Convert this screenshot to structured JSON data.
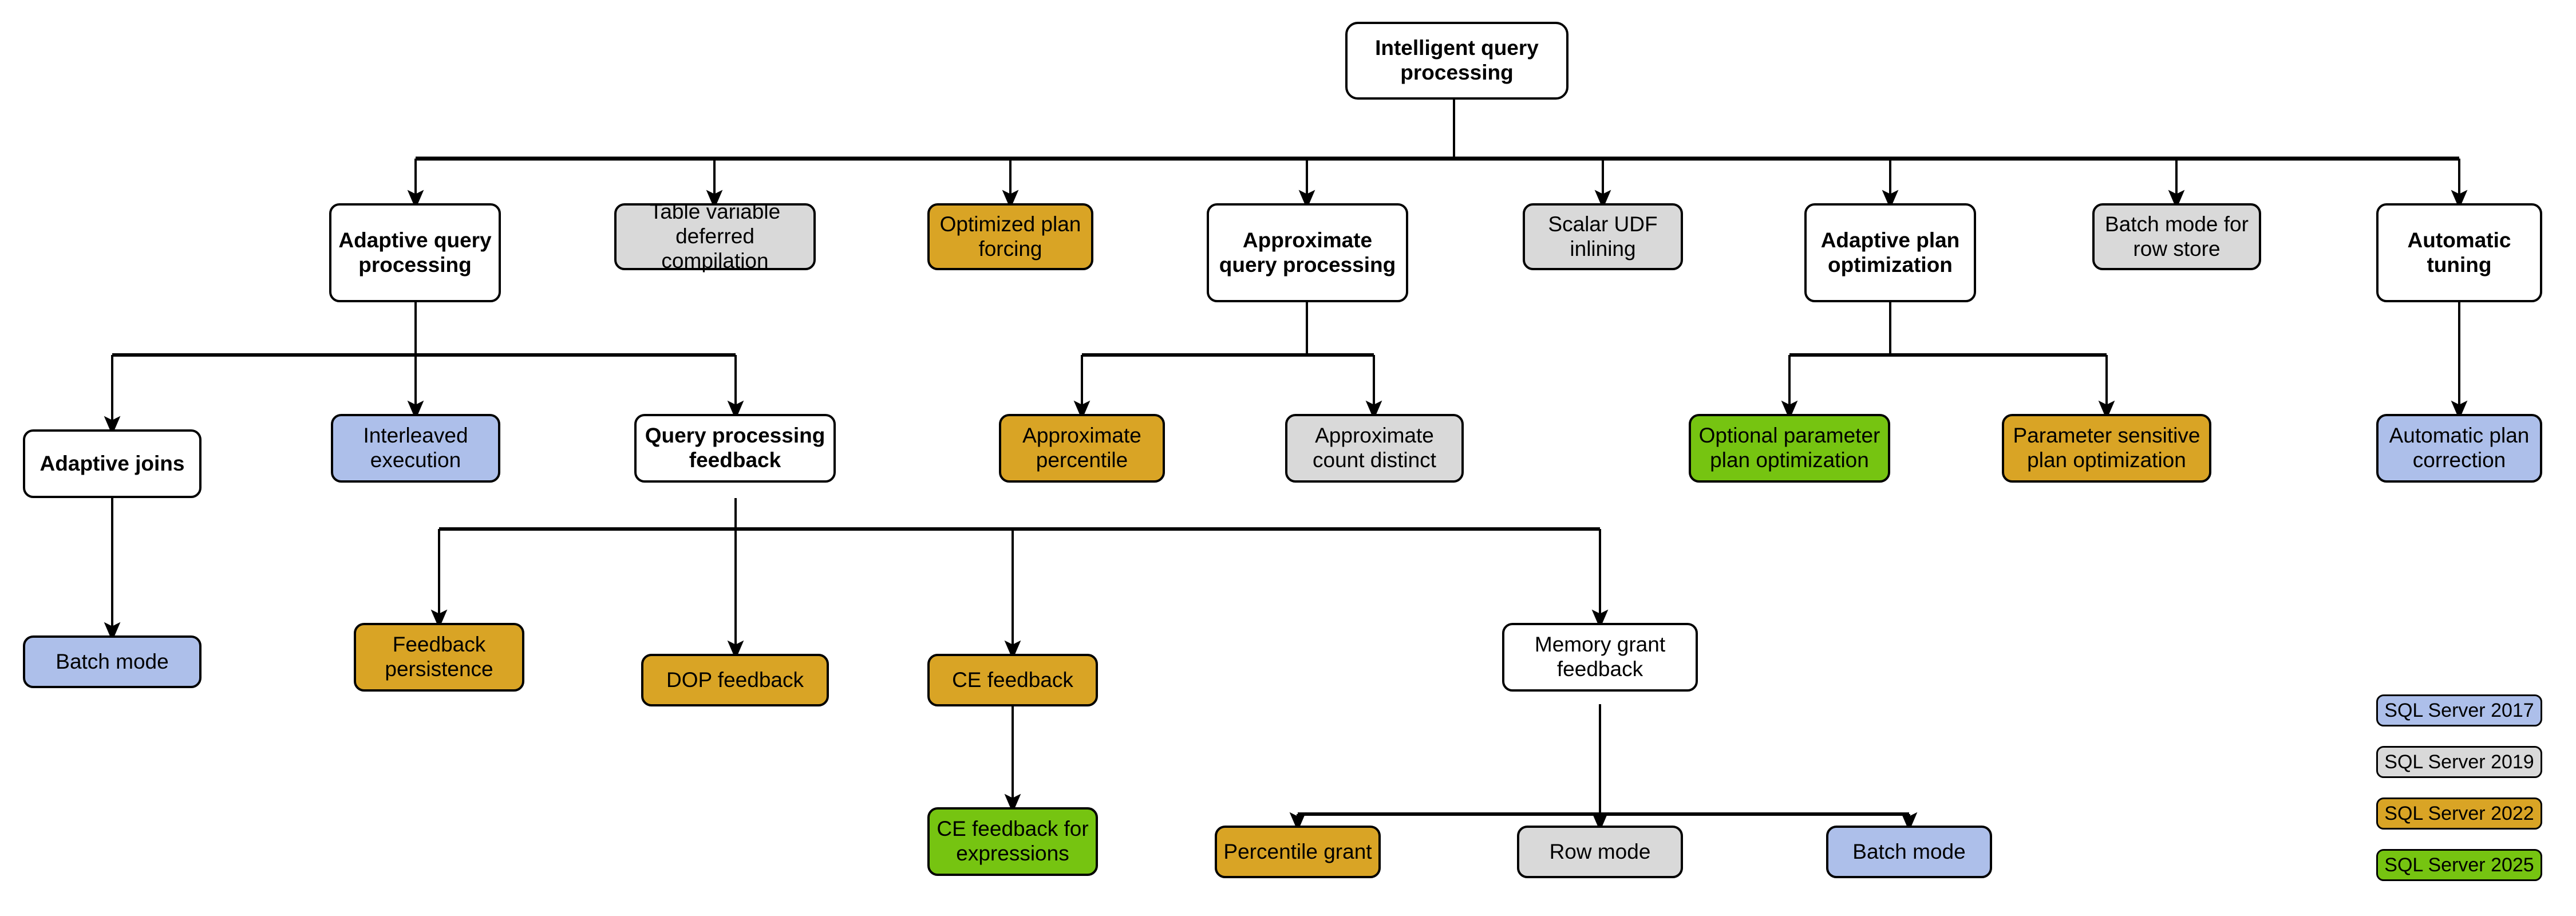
{
  "diagram": {
    "title": "Intelligent query processing",
    "type": "hierarchy-tree"
  },
  "palette": {
    "white": "#ffffff",
    "gray": "#d9d9d9",
    "orange": "#d9a425",
    "blue": "#adbfea",
    "green": "#76c411",
    "stroke": "#000000"
  },
  "nodes": {
    "root": {
      "label": "Intelligent query\nprocessing",
      "fill": "white"
    },
    "adaptive_query_processing": {
      "label": "Adaptive query\nprocessing",
      "fill": "white"
    },
    "table_variable_deferred_compilation": {
      "label": "Table variable\ndeferred compilation",
      "fill": "gray"
    },
    "optimized_plan_forcing": {
      "label": "Optimized plan\nforcing",
      "fill": "orange"
    },
    "approximate_query_processing": {
      "label": "Approximate\nquery processing",
      "fill": "white"
    },
    "scalar_udf_inlining": {
      "label": "Scalar UDF\ninlining",
      "fill": "gray"
    },
    "adaptive_plan_optimization": {
      "label": "Adaptive plan\noptimization",
      "fill": "white"
    },
    "batch_mode_for_row_store": {
      "label": "Batch mode for\nrow store",
      "fill": "gray"
    },
    "automatic_tuning": {
      "label": "Automatic\ntuning",
      "fill": "white"
    },
    "adaptive_joins": {
      "label": "Adaptive joins",
      "fill": "white"
    },
    "interleaved_execution": {
      "label": "Interleaved\nexecution",
      "fill": "blue"
    },
    "query_processing_feedback": {
      "label": "Query processing\nfeedback",
      "fill": "white"
    },
    "approximate_percentile": {
      "label": "Approximate\npercentile",
      "fill": "orange"
    },
    "approximate_count_distinct": {
      "label": "Approximate\ncount distinct",
      "fill": "gray"
    },
    "optional_parameter_plan_optimization": {
      "label": "Optional parameter\nplan optimization",
      "fill": "green"
    },
    "parameter_sensitive_plan_optimization": {
      "label": "Parameter sensitive\nplan optimization",
      "fill": "orange"
    },
    "automatic_plan_correction": {
      "label": "Automatic plan\ncorrection",
      "fill": "blue"
    },
    "batch_mode": {
      "label": "Batch mode",
      "fill": "blue"
    },
    "feedback_persistence": {
      "label": "Feedback\npersistence",
      "fill": "orange"
    },
    "dop_feedback": {
      "label": "DOP feedback",
      "fill": "orange"
    },
    "ce_feedback": {
      "label": "CE feedback",
      "fill": "orange"
    },
    "memory_grant_feedback": {
      "label": "Memory grant\nfeedback",
      "fill": "white"
    },
    "ce_feedback_for_expressions": {
      "label": "CE feedback for\nexpressions",
      "fill": "green"
    },
    "percentile_grant": {
      "label": "Percentile grant",
      "fill": "orange"
    },
    "row_mode": {
      "label": "Row mode",
      "fill": "gray"
    },
    "batch_mode_mgf": {
      "label": "Batch mode",
      "fill": "blue"
    }
  },
  "legend": {
    "items": [
      {
        "label": "SQL Server 2017",
        "fill": "blue"
      },
      {
        "label": "SQL Server 2019",
        "fill": "gray"
      },
      {
        "label": "SQL Server 2022",
        "fill": "orange"
      },
      {
        "label": "SQL Server 2025",
        "fill": "green"
      }
    ]
  },
  "edges": [
    {
      "from": "root",
      "to": "adaptive_query_processing"
    },
    {
      "from": "root",
      "to": "table_variable_deferred_compilation"
    },
    {
      "from": "root",
      "to": "optimized_plan_forcing"
    },
    {
      "from": "root",
      "to": "approximate_query_processing"
    },
    {
      "from": "root",
      "to": "scalar_udf_inlining"
    },
    {
      "from": "root",
      "to": "adaptive_plan_optimization"
    },
    {
      "from": "root",
      "to": "batch_mode_for_row_store"
    },
    {
      "from": "root",
      "to": "automatic_tuning"
    },
    {
      "from": "adaptive_query_processing",
      "to": "adaptive_joins"
    },
    {
      "from": "adaptive_query_processing",
      "to": "interleaved_execution"
    },
    {
      "from": "adaptive_query_processing",
      "to": "query_processing_feedback"
    },
    {
      "from": "approximate_query_processing",
      "to": "approximate_percentile"
    },
    {
      "from": "approximate_query_processing",
      "to": "approximate_count_distinct"
    },
    {
      "from": "adaptive_plan_optimization",
      "to": "optional_parameter_plan_optimization"
    },
    {
      "from": "adaptive_plan_optimization",
      "to": "parameter_sensitive_plan_optimization"
    },
    {
      "from": "automatic_tuning",
      "to": "automatic_plan_correction"
    },
    {
      "from": "adaptive_joins",
      "to": "batch_mode"
    },
    {
      "from": "query_processing_feedback",
      "to": "feedback_persistence"
    },
    {
      "from": "query_processing_feedback",
      "to": "dop_feedback"
    },
    {
      "from": "query_processing_feedback",
      "to": "ce_feedback"
    },
    {
      "from": "query_processing_feedback",
      "to": "memory_grant_feedback"
    },
    {
      "from": "ce_feedback",
      "to": "ce_feedback_for_expressions"
    },
    {
      "from": "memory_grant_feedback",
      "to": "percentile_grant"
    },
    {
      "from": "memory_grant_feedback",
      "to": "row_mode"
    },
    {
      "from": "memory_grant_feedback",
      "to": "batch_mode_mgf"
    }
  ]
}
